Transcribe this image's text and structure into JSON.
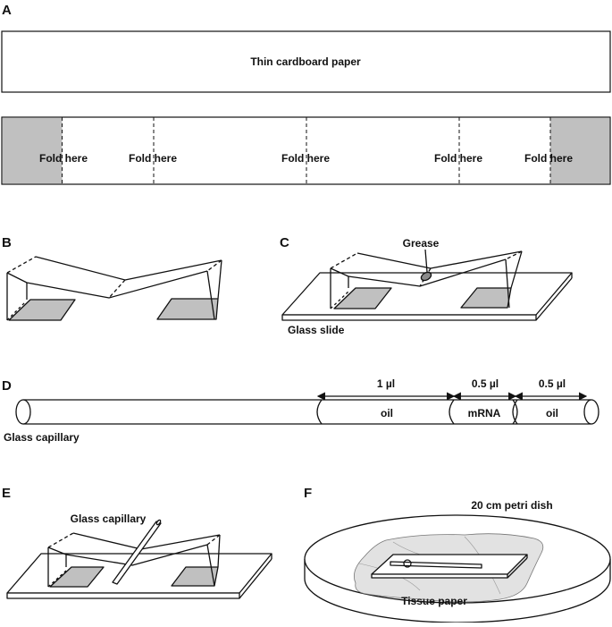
{
  "panels": {
    "a": "A",
    "b": "B",
    "c": "C",
    "d": "D",
    "e": "E",
    "f": "F"
  },
  "labels": {
    "cardboard": "Thin cardboard paper",
    "fold": "Fold here",
    "grease": "Grease",
    "glass_slide": "Glass slide",
    "glass_capillary": "Glass capillary",
    "petri_dish": "20 cm petri dish",
    "tissue_paper": "Tissue paper"
  },
  "capillary_segments": {
    "volumes": [
      "1  µl",
      "0.5 µl",
      "0.5 µl"
    ],
    "contents": [
      "oil",
      "mRNA",
      "oil"
    ]
  },
  "colors": {
    "line": "#111111",
    "gray_fill": "#c0c0c0",
    "tissue_fill": "#e2e2e2"
  }
}
